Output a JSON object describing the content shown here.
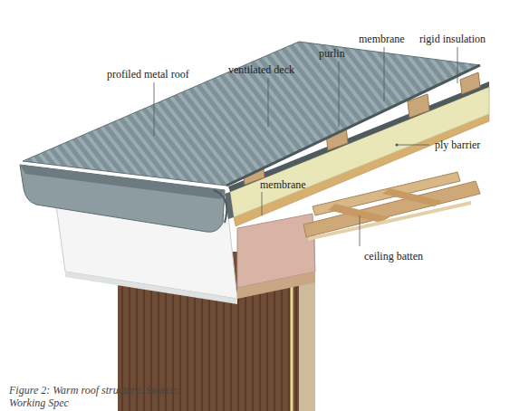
{
  "diagram": {
    "caption": "Figure 2: Warm roof structure. Source: Working Spec",
    "labels": [
      "profiled metal roof",
      "ventilated deck",
      "purlin",
      "membrane",
      "rigid insulation",
      "ply barrier",
      "membrane",
      "ceiling batten"
    ]
  }
}
